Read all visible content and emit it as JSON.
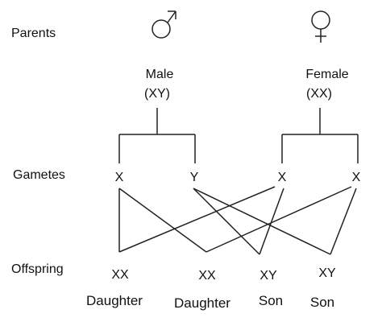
{
  "rows": {
    "parents": "Parents",
    "gametes": "Gametes",
    "offspring": "Offspring"
  },
  "parents": {
    "male": {
      "symbol_icon": "male-symbol-icon",
      "label": "Male",
      "genotype": "(XY)"
    },
    "female": {
      "symbol_icon": "female-symbol-icon",
      "label": "Female",
      "genotype": "(XX)"
    }
  },
  "gametes": {
    "male": [
      "X",
      "Y"
    ],
    "female": [
      "X",
      "X"
    ]
  },
  "offspring": [
    {
      "genotype": "XX",
      "sex": "Daughter"
    },
    {
      "genotype": "XX",
      "sex": "Daughter"
    },
    {
      "genotype": "XY",
      "sex": "Son"
    },
    {
      "genotype": "XY",
      "sex": "Son"
    }
  ],
  "colors": {
    "line": "#222222",
    "text": "#111111",
    "background": "#ffffff"
  }
}
